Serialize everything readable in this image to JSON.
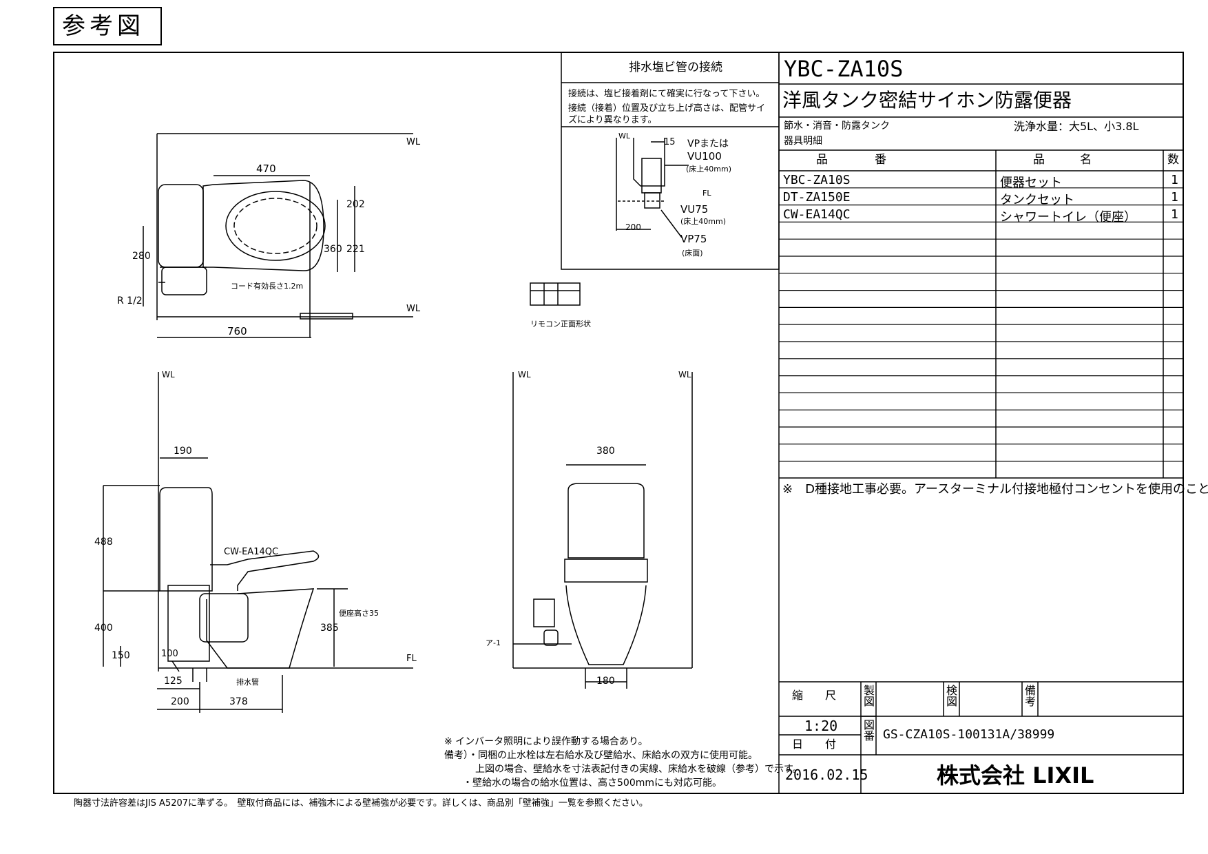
{
  "badge": "参考図",
  "drain": {
    "title": "排水塩ビ管の接続",
    "note1": "接続は、塩ビ接着剤にて確実に行なって下さい。",
    "note2": "接続（接着）位置及び立ち上げ高さは、配管サイズにより異なります。",
    "labels": {
      "wl": "WL",
      "fl": "FL",
      "d15": "15",
      "vp_or": "VPまたは",
      "vu100": "VU100",
      "above40a": "(床上40mm)",
      "vu75": "VU75",
      "above40b": "(床上40mm)",
      "d200": "200",
      "vp75": "VP75",
      "floor": "(床面)"
    }
  },
  "remote_label": "リモコン正面形状",
  "top_view": {
    "wl_top": "WL",
    "wl_bottom": "WL",
    "d470": "470",
    "d202": "202",
    "d360": "360",
    "d221": "221",
    "d280": "280",
    "r12": "R 1/2",
    "cord": "コード有効長さ1.2m",
    "d760": "760"
  },
  "side_view": {
    "wl": "WL",
    "fl": "FL",
    "d190": "190",
    "d488": "488",
    "d400": "400",
    "d150": "150",
    "d100": "100",
    "d385": "385",
    "seat_h": "便座高さ35",
    "model": "CW-EA14QC",
    "d125": "125",
    "drain_pipe": "排水管",
    "d200": "200",
    "d378": "378"
  },
  "front_view": {
    "wl_left": "WL",
    "wl_right": "WL",
    "d380": "380",
    "d180": "180",
    "note_a": "ア-1"
  },
  "notes": {
    "n1": "※ インバータ照明により誤作動する場合あり。",
    "n2": "備考）・同梱の止水栓は左右給水及び壁給水、床給水の双方に使用可能。",
    "n3": "上図の場合、壁給水を寸法表記付きの実線、床給水を破線（参考）で示す。",
    "n4": "・壁給水の場合の給水位置は、高さ500mmにも対応可能。"
  },
  "footer": "陶器寸法許容差はJIS A5207に準ずる。　壁取付商品には、補強木による壁補強が必要です。詳しくは、商品別「壁補強」一覧を参照ください。",
  "spec": {
    "model": "YBC-ZA10S",
    "name": "洋風タンク密結サイホン防露便器",
    "features": "節水・消音・防露タンク",
    "water": "洗浄水量：大5L、小3.8L",
    "parts_title": "器具明細",
    "col_num": "品　　　　番",
    "col_name": "品　　　名",
    "col_qty": "数",
    "rows": [
      {
        "num": "YBC-ZA10S",
        "name": "便器セット",
        "qty": "1"
      },
      {
        "num": "DT-ZA150E",
        "name": "タンクセット",
        "qty": "1"
      },
      {
        "num": "CW-EA14QC",
        "name": "シャワートイレ（便座）",
        "qty": "1"
      }
    ],
    "note": "※　D種接地工事必要。アースターミナル付接地極付コンセントを使用のこと。"
  },
  "title_block": {
    "scale_label": "縮　　尺",
    "scale": "1:20",
    "date_label": "日　　付",
    "date": "2016.02.15",
    "made_label": "製図",
    "check_label": "検図",
    "remark_label": "備考",
    "drawing_no_label": "図番",
    "drawing_no": "GS-CZA10S-100131A/38999",
    "company": "株式会社 LIXIL"
  }
}
